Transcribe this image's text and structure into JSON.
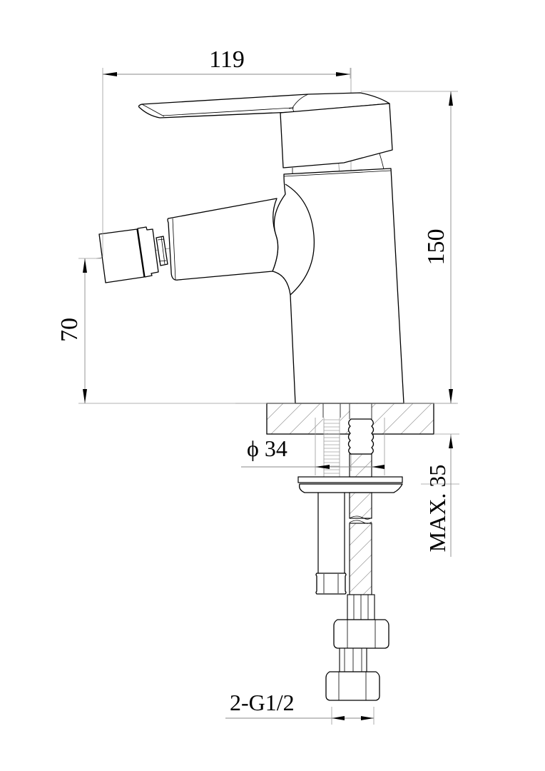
{
  "drawing": {
    "subject": "Bidet mixer tap - side elevation technical drawing",
    "units": "mm",
    "line_color": "#000000",
    "dimension_line_color": "#8a8a8a",
    "background": "#ffffff"
  },
  "dimensions": {
    "spout_reach": {
      "label": "119",
      "value": 119,
      "orientation": "horizontal"
    },
    "total_height": {
      "label": "150",
      "value": 150,
      "orientation": "vertical"
    },
    "outlet_height": {
      "label": "70",
      "value": 70,
      "orientation": "vertical"
    },
    "base_diameter": {
      "label": "ϕ 34",
      "value": 34,
      "orientation": "horizontal"
    },
    "max_counter_thickness": {
      "label": "MAX. 35",
      "value": 35,
      "orientation": "vertical"
    },
    "connection_thread": {
      "label": "2-G1/2",
      "value": "G1/2",
      "count": 2,
      "orientation": "horizontal"
    }
  },
  "components": [
    {
      "name": "lever-handle"
    },
    {
      "name": "cartridge-housing"
    },
    {
      "name": "body"
    },
    {
      "name": "bidet-spout"
    },
    {
      "name": "swivel-aerator"
    },
    {
      "name": "base-plate"
    },
    {
      "name": "threaded-stud"
    },
    {
      "name": "mounting-washer"
    },
    {
      "name": "flexible-hoses"
    },
    {
      "name": "hose-nuts"
    }
  ]
}
